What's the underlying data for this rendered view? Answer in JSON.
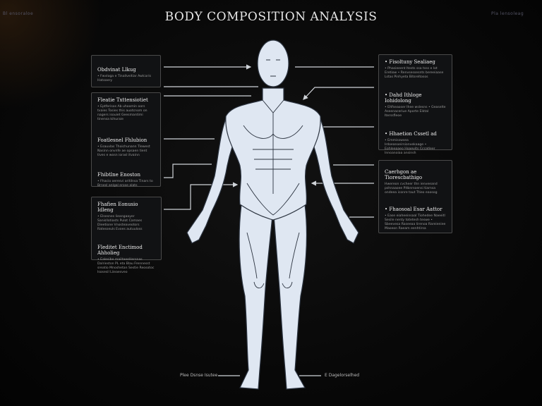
{
  "title": "BODY COMPOSITION ANALYSIS",
  "corner_left": "Bl ensoraloe",
  "corner_right": "Pla lensoleag",
  "left_boxes": [
    {
      "sections": [
        {
          "heading": "Obdvinat Llkug",
          "text": "• Fwvloga e Tinallveitiar Awlcaris Hatoaery"
        }
      ]
    },
    {
      "sections": [
        {
          "heading": "Fleatie Txttensiotiet",
          "text": "• Eptferisos Ab uhoomin oors tvaies Tosies this auotcnom on nagers isouiet Geesmantimi tinensa kihuraie"
        },
        {
          "heading": "Foatlesnel Fhlubion",
          "text": "• Esauvlas Thoichunann Tlewest Nasinn onvnfe ae opsaen tient tives e wosn iorasl itvainn"
        },
        {
          "heading": "Fhibtlne Enoston",
          "text": "• Fhacio oeresvi aritilnsa Tinars to Brnesl anlgal erose alats"
        }
      ]
    },
    {
      "sections": [
        {
          "heading": "Fhafien Eonusio Idleng",
          "text": "• Elsesnes lieangaayer Sanisllotiasts Pulot Camaes Dieetione Vnosteaveotors Ratesseuls Evoes autuuloss"
        },
        {
          "heading": "Fleditet Enctimod Ahholieg",
          "text": "• Ealesibe mailtaeeHersnas Dalrieston PL eta Blau Frennesst sreatio Mnoshetan Sestie Reosotoc Isosesil Liieaesveo"
        }
      ]
    }
  ],
  "right_boxes": [
    {
      "sections": [
        {
          "heading": "• Fisoltuny Sealiaeg",
          "text": "• Phasieeent Itests ssa tsss e lot Eretiow • Renvsessesnts bereeiaase Lstas Pinhyeta Bitsreltosos"
        },
        {
          "heading": "• Dahd Ithloge Iohidolong",
          "text": "• Eltfseaoser Ihee wslesns • Geaselte Aseenaceriue Aporte Eiktal Iterssfleoe"
        },
        {
          "heading": "• Hhaetion Cssetl ad",
          "text": "• Emmisswsea Irdoeanoeirsionvekaage • Eohleeaaeo Hoaevits Cccatleer Innoanoiaa ansinsh"
        }
      ]
    },
    {
      "sections": [
        {
          "heading": "Caerhgon ae Tiorescbathigo",
          "text": "Hwereon cvcheer thn ienveeand pshnaaoee Pitbnrsoensi tiarnsa ondeea iconre taut Ttieo eaosog"
        },
        {
          "heading": "• Fhaosoal Esar Aattor",
          "text": "• Ease eiaheeinsaal Tiohedee Naeeitl Sesile nenty totetesh teswe • Sbeevesa Raseeaa lirenoa Rareieniee Maoeon Raeam eenhtirsa"
        }
      ]
    }
  ],
  "foot_labels": {
    "left": "Plee Dsnse Isutee",
    "right": "E Dagelorselhed"
  },
  "colors": {
    "background": "#070707",
    "figure_fill": "#dfe7f2",
    "figure_line": "#2c3440",
    "leader": "#cfd3d8"
  }
}
